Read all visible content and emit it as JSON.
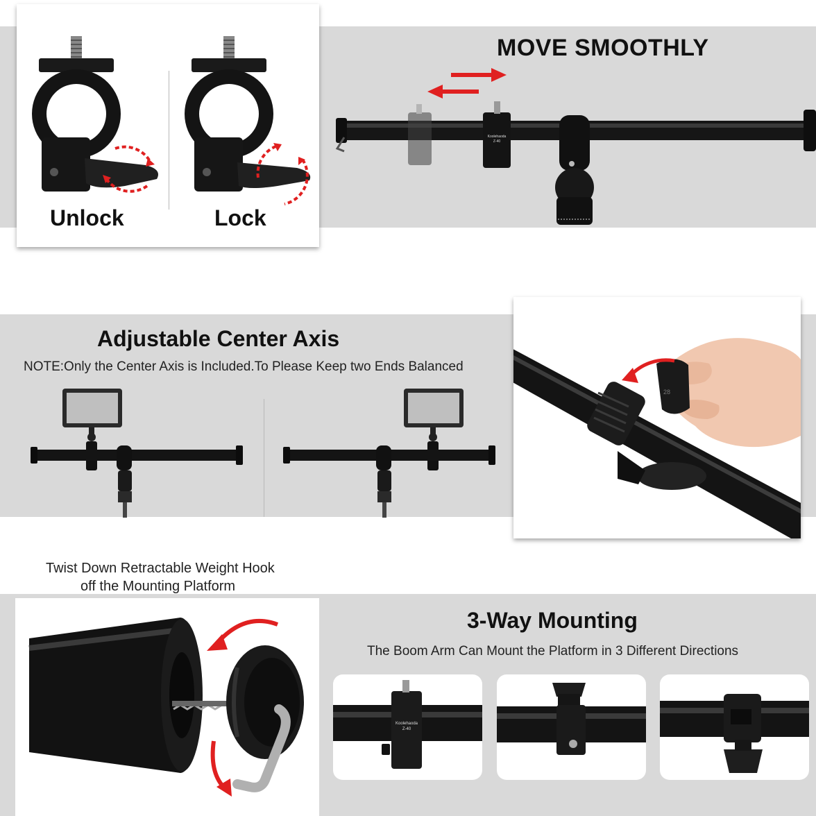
{
  "lock_panel": {
    "unlock_label": "Unlock",
    "lock_label": "Lock"
  },
  "move_panel": {
    "title": "MOVE SMOOTHLY",
    "clamp_brand": "Koolehaoda",
    "clamp_model": "Z-40"
  },
  "axis_panel": {
    "title": "Adjustable Center Axis",
    "note": "NOTE:Only the Center Axis is Included.To Please Keep two Ends Balanced"
  },
  "hook_panel": {
    "caption_line1": "Twist Down Retractable Weight Hook",
    "caption_line2": "off the Mounting Platform"
  },
  "mounting_panel": {
    "title": "3-Way Mounting",
    "subtitle": "The Boom Arm Can Mount the Platform in 3 Different Directions",
    "clamp_brand": "Koolehaoda",
    "clamp_model": "Z-40"
  },
  "colors": {
    "band_gray": "#d9d9d9",
    "arrow_red": "#e02020",
    "metal_black": "#141414"
  },
  "icons": [
    "clamp-ring",
    "rotate-arrow",
    "move-arrows",
    "boom-arm",
    "led-panel-light",
    "weight-hook",
    "hand"
  ]
}
